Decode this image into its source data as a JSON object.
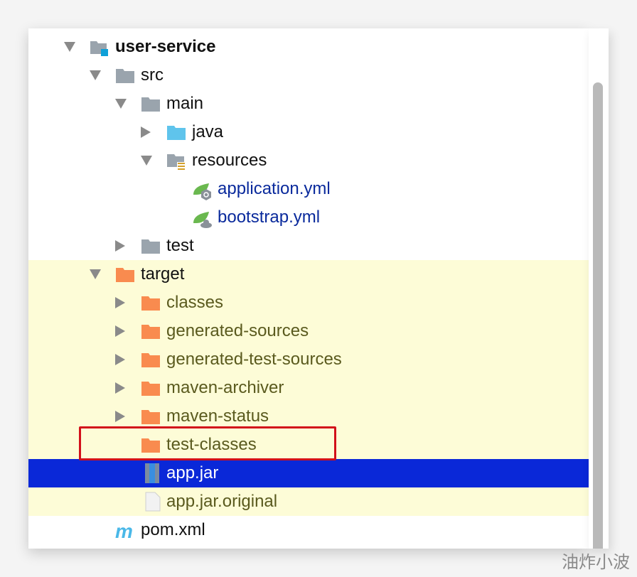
{
  "tree": [
    {
      "label": "user-service",
      "depth": 0,
      "arrow": "down",
      "icon": "module-folder-icon",
      "style": "bold",
      "zone": ""
    },
    {
      "label": "src",
      "depth": 1,
      "arrow": "down",
      "icon": "folder-gray-icon",
      "style": "",
      "zone": ""
    },
    {
      "label": "main",
      "depth": 2,
      "arrow": "down",
      "icon": "folder-gray-icon",
      "style": "",
      "zone": ""
    },
    {
      "label": "java",
      "depth": 3,
      "arrow": "right",
      "icon": "source-folder-icon",
      "style": "",
      "zone": ""
    },
    {
      "label": "resources",
      "depth": 3,
      "arrow": "down",
      "icon": "resources-folder-icon",
      "style": "",
      "zone": ""
    },
    {
      "label": "application.yml",
      "depth": 4,
      "arrow": "",
      "icon": "spring-boot-config-icon",
      "style": "blue",
      "zone": ""
    },
    {
      "label": "bootstrap.yml",
      "depth": 4,
      "arrow": "",
      "icon": "spring-cloud-config-icon",
      "style": "blue",
      "zone": ""
    },
    {
      "label": "test",
      "depth": 2,
      "arrow": "right",
      "icon": "folder-gray-icon",
      "style": "",
      "zone": ""
    },
    {
      "label": "target",
      "depth": 1,
      "arrow": "down",
      "icon": "folder-orange-icon",
      "style": "",
      "zone": "excluded"
    },
    {
      "label": "classes",
      "depth": 2,
      "arrow": "right",
      "icon": "folder-orange-icon",
      "style": "olive",
      "zone": "excluded"
    },
    {
      "label": "generated-sources",
      "depth": 2,
      "arrow": "right",
      "icon": "folder-orange-icon",
      "style": "olive",
      "zone": "excluded"
    },
    {
      "label": "generated-test-sources",
      "depth": 2,
      "arrow": "right",
      "icon": "folder-orange-icon",
      "style": "olive",
      "zone": "excluded"
    },
    {
      "label": "maven-archiver",
      "depth": 2,
      "arrow": "right",
      "icon": "folder-orange-icon",
      "style": "olive",
      "zone": "excluded"
    },
    {
      "label": "maven-status",
      "depth": 2,
      "arrow": "right",
      "icon": "folder-orange-icon",
      "style": "olive",
      "zone": "excluded"
    },
    {
      "label": "test-classes",
      "depth": 2,
      "arrow": "",
      "icon": "folder-orange-icon",
      "style": "olive",
      "zone": "excluded"
    },
    {
      "label": "app.jar",
      "depth": 2,
      "arrow": "",
      "icon": "jar-archive-icon",
      "style": "white",
      "zone": "selected"
    },
    {
      "label": "app.jar.original",
      "depth": 2,
      "arrow": "",
      "icon": "file-icon",
      "style": "olive",
      "zone": "excluded"
    },
    {
      "label": "pom.xml",
      "depth": 1,
      "arrow": "",
      "icon": "maven-icon",
      "style": "",
      "zone": ""
    }
  ],
  "colors": {
    "selection": "#0a28d8",
    "excluded_bg": "#fdfcd7",
    "highlight_border": "#d2101a",
    "folder_gray": "#9aa4ad",
    "folder_orange": "#f98b4f",
    "source_folder": "#5fc4ec"
  },
  "watermark": "油炸小波"
}
